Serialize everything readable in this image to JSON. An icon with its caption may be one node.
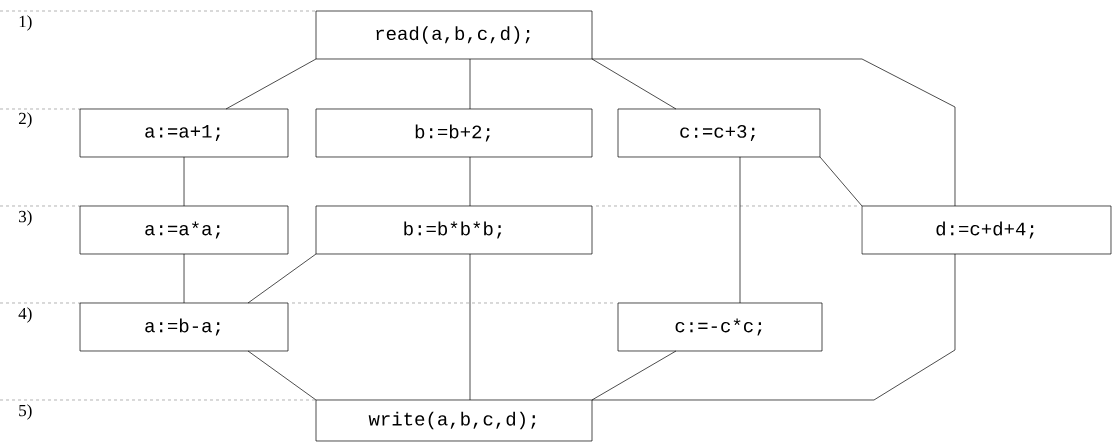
{
  "diagram": {
    "nodes": [
      {
        "text": [
          "read(a,b,c,d);"
        ]
      },
      {
        "text": [
          "a:=a+1;"
        ]
      },
      {
        "text": [
          "b:=b+2;"
        ]
      },
      {
        "text": [
          "c:=c+3;"
        ]
      },
      {
        "text": [
          "a:=a*a;"
        ]
      },
      {
        "text": [
          "b:=b*b*b;"
        ]
      },
      {
        "text": [
          "d:=c+d+4;"
        ]
      },
      {
        "text": [
          "a:=b-a;"
        ]
      },
      {
        "text": [
          "c:=-c*c;"
        ]
      },
      {
        "text": [
          "write(a,b,c,d);"
        ]
      }
    ],
    "edges": [
      {
        "from": 0,
        "to": 1,
        "arrow": "none"
      },
      {
        "from": 0,
        "to": 2,
        "arrow": "none"
      },
      {
        "from": 0,
        "to": 3,
        "arrow": "none"
      },
      {
        "from": 0,
        "to": 6,
        "arrow": "none"
      },
      {
        "from": 1,
        "to": 4,
        "arrow": "none"
      },
      {
        "from": 2,
        "to": 5,
        "arrow": "none"
      },
      {
        "from": 3,
        "to": 6,
        "arrow": "none"
      },
      {
        "from": 3,
        "to": 8,
        "arrow": "none"
      },
      {
        "from": 4,
        "to": 7,
        "arrow": "none"
      },
      {
        "from": 5,
        "to": 7,
        "arrow": "none"
      },
      {
        "from": 5,
        "to": 9,
        "arrow": "none"
      },
      {
        "from": 7,
        "to": 9,
        "arrow": "none"
      },
      {
        "from": 8,
        "to": 9,
        "arrow": "none"
      },
      {
        "from": 6,
        "to": 9,
        "arrow": "none"
      }
    ],
    "labels": [
      "1)",
      "2)",
      "3)",
      "4)",
      "5)"
    ]
  }
}
